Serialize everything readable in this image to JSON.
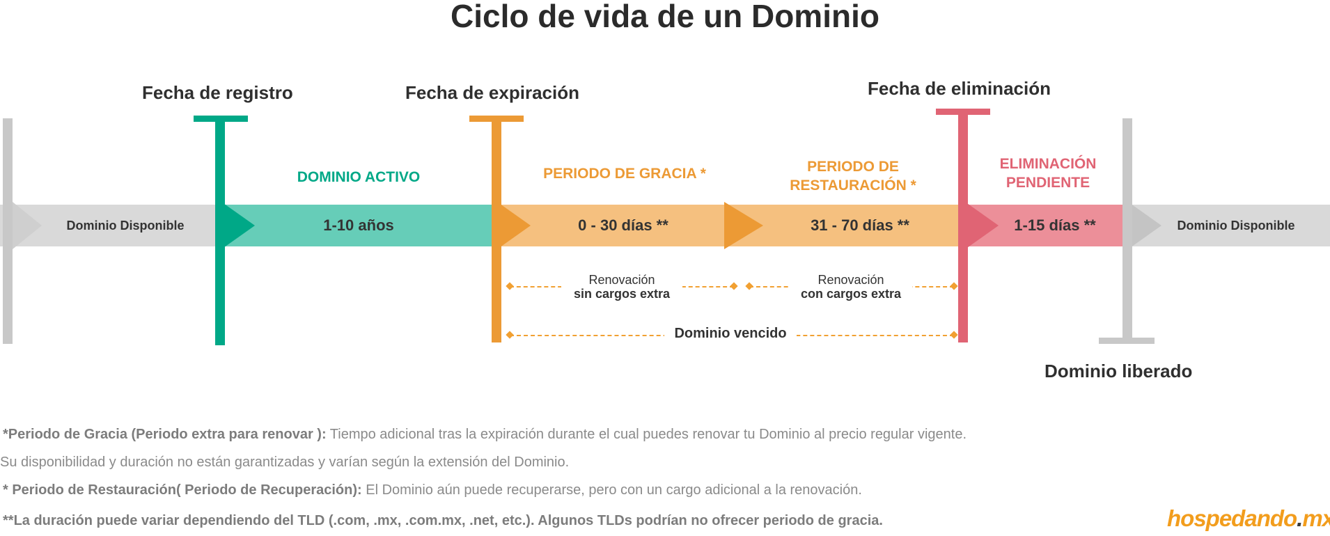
{
  "title": "Ciclo de vida de un Dominio",
  "markers": {
    "registro": "Fecha de registro",
    "expiracion": "Fecha de expiración",
    "eliminacion": "Fecha de eliminación",
    "liberado": "Dominio liberado"
  },
  "phases": {
    "activo": "DOMINIO ACTIVO",
    "gracia": "PERIODO DE GRACIA *",
    "restauracion_1": "PERIODO DE",
    "restauracion_2": "RESTAURACIÓN *",
    "eliminacion_1": "ELIMINACIÓN",
    "eliminacion_2": "PENDIENTE"
  },
  "segments": {
    "disponible_left": "Dominio Disponible",
    "activo": "1-10 años",
    "gracia": "0 - 30 días **",
    "restauracion": "31 - 70 días **",
    "eliminacion": "1-15 días **",
    "disponible_right": "Dominio Disponible"
  },
  "annotations": {
    "renov_sin_1": "Renovación",
    "renov_sin_2": "sin cargos extra",
    "renov_con_1": "Renovación",
    "renov_con_2": "con cargos extra",
    "vencido": "Dominio vencido"
  },
  "notes": {
    "gracia_label": "*Periodo de Gracia (Periodo extra para renovar ):",
    "gracia_text": " Tiempo adicional tras la expiración durante el cual puedes renovar tu Dominio al precio regular vigente.",
    "gracia_text2": "Su disponibilidad y duración no están garantizadas y varían según la extensión del Dominio.",
    "restauracion_label": "* Periodo de Restauración( Periodo de Recuperación):",
    "restauracion_text": " El Dominio aún puede recuperarse, pero con un cargo adicional a la renovación.",
    "tld": "**La duración puede variar dependiendo del TLD (.com, .mx, .com.mx, .net, etc.). Algunos TLDs podrían no ofrecer periodo de gracia."
  },
  "brand": {
    "name": "hospedando",
    "dot": ".",
    "tld": "mx",
    "reg": "®"
  },
  "colors": {
    "grey": "#d9d9d9",
    "teal": "#00a887",
    "teal_light": "#66cdb8",
    "orange": "#ec9a35",
    "orange_light": "#f5c07f",
    "pink": "#e06474",
    "pink_light": "#ec8f99"
  }
}
